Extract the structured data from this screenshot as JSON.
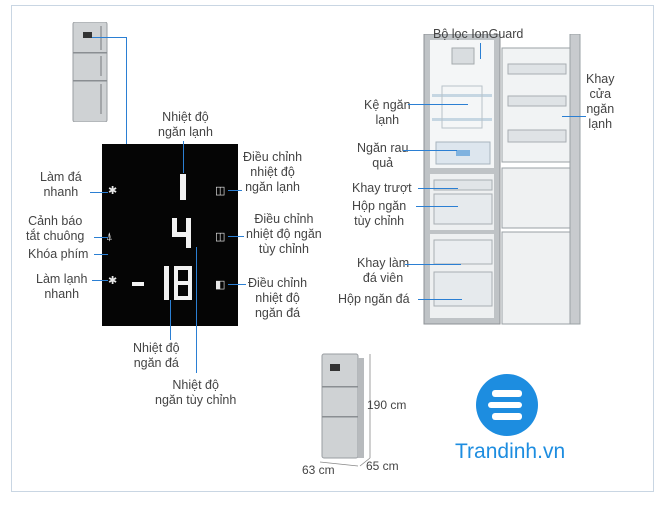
{
  "panel_labels": {
    "lam_da_nhanh": "Làm đá\nnhanh",
    "canh_bao": "Cảnh báo\ntắt chuông",
    "khoa_phim": "Khóa phím",
    "lam_lanh_nhanh": "Làm lạnh\nnhanh",
    "nhiet_do_ngan_lanh": "Nhiệt độ\nngăn lạnh",
    "dieu_chinh_ngan_lanh": "Điều chỉnh\nnhiệt độ\nngăn lạnh",
    "dieu_chinh_tuy_chinh": "Điều chỉnh\nnhiệt độ ngăn\ntùy chỉnh",
    "dieu_chinh_ngan_da": "Điều chỉnh\nnhiệt độ\nngăn đá",
    "nhiet_do_ngan_da": "Nhiệt độ\nngăn đá",
    "nhiet_do_tuy_chinh": "Nhiệt độ\nngăn tùy chỉnh"
  },
  "display": {
    "fridge_temp": "1",
    "custom_temp": "4",
    "freezer_temp": "- 18"
  },
  "fridge_labels": {
    "ionguard": "Bộ lọc IonGuard",
    "ke_ngan_lanh": "Kệ ngăn\nlạnh",
    "ngan_rau_qua": "Ngăn rau\nquả",
    "khay_truot": "Khay trượt",
    "hop_ngan_tuy_chinh": "Hộp ngăn\ntùy chỉnh",
    "khay_lam_da": "Khay làm\nđá viên",
    "hop_ngan_da": "Hộp ngăn đá",
    "khay_cua": "Khay\ncửa\nngăn\nlạnh"
  },
  "dimensions": {
    "height": "190 cm",
    "width": "63 cm",
    "depth": "65 cm"
  },
  "logo": {
    "text": "Trandinh.vn"
  },
  "colors": {
    "leader_line": "#2b7fd3",
    "brand": "#1d8de0",
    "panel": "#050505"
  }
}
